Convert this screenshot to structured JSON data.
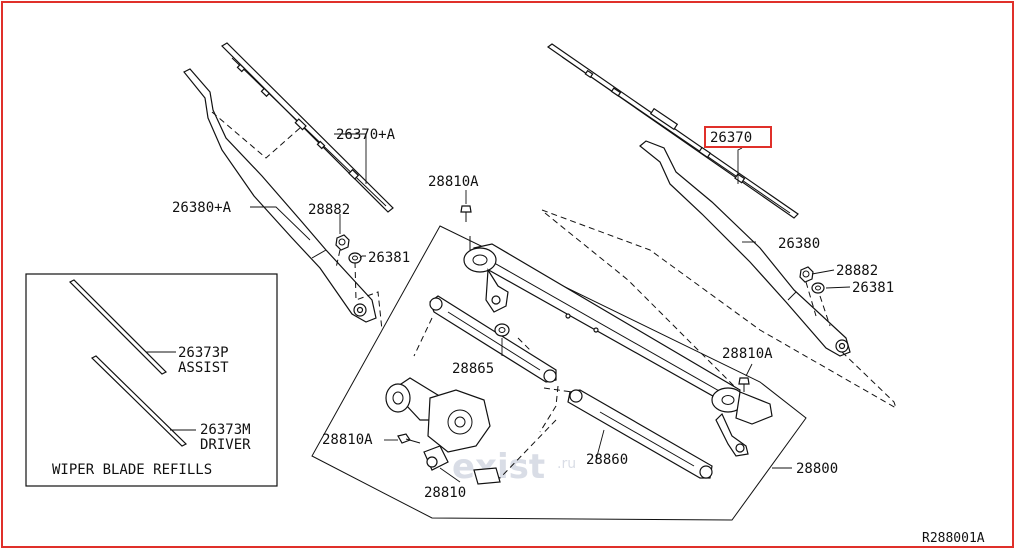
{
  "colors": {
    "frame": "#e0302a",
    "highlight": "#e0302a",
    "line": "#111111",
    "watermark": "#d9dde6"
  },
  "labels": {
    "p26370A": "26370+A",
    "p28810A_top": "28810A",
    "p26380A": "26380+A",
    "p28882_left": "28882",
    "p26381_left": "26381",
    "p26370": "26370",
    "p26380": "26380",
    "p28882_right": "28882",
    "p26381_right": "26381",
    "p28810A_mid": "28810A",
    "p28865": "28865",
    "p28810A_low": "28810A",
    "p28860": "28860",
    "p28800": "28800",
    "p28810": "28810",
    "p26373P": "26373P",
    "assist": "ASSIST",
    "p26373M": "26373M",
    "driver": "DRIVER",
    "refills_caption": "WIPER BLADE REFILLS",
    "diagram_code": "R288001A"
  },
  "watermark": {
    "brand": "exist",
    "domain": ".ru"
  }
}
